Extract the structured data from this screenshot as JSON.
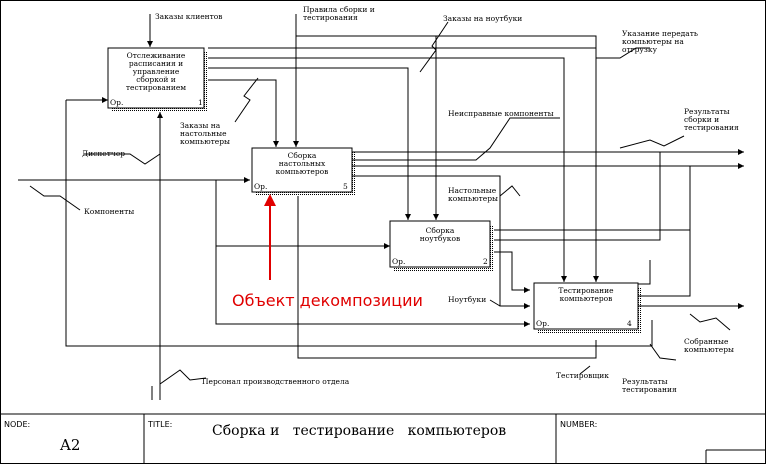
{
  "colors": {
    "line": "#000000",
    "annotation": "#e00000",
    "background": "#ffffff"
  },
  "boxes": {
    "b1": {
      "lines": [
        "Отслеживание",
        "расписания и",
        "управление",
        "сборкой и",
        "тестированием"
      ],
      "or": "Ор.",
      "num": "1"
    },
    "b2": {
      "lines": [
        "Сборка",
        "настольных",
        "компьютеров"
      ],
      "or": "Ор.",
      "num": "5"
    },
    "b3": {
      "lines": [
        "Сборка",
        "ноутбуков"
      ],
      "or": "Ор.",
      "num": "2"
    },
    "b4": {
      "lines": [
        "Тестирование",
        "компьютеров"
      ],
      "or": "Ор.",
      "num": "4"
    }
  },
  "labels": {
    "orders_clients": [
      "Заказы клиентов"
    ],
    "assembly_rules": [
      "Правила сборки и",
      "тестирования"
    ],
    "laptop_orders": [
      "Заказы на ноутбуки"
    ],
    "transfer_instruction": [
      "Указание передать",
      "компьютеры на",
      "отгрузку"
    ],
    "desktop_orders": [
      "Заказы на",
      "настольные",
      "компьютеры"
    ],
    "faulty_components": [
      "Неисправные компоненты"
    ],
    "results_top": [
      "Результаты",
      "сборки и",
      "тестирования"
    ],
    "dispatcher": [
      "Диспетчер"
    ],
    "components": [
      "Компоненты"
    ],
    "desktops_mid": [
      "Настольные",
      "компьютеры"
    ],
    "laptops": [
      "Ноутбуки"
    ],
    "assembled": [
      "Собранные",
      "компьютеры"
    ],
    "testers": [
      "Тестировщик"
    ],
    "results_bottom": [
      "Результаты",
      "тестирования"
    ],
    "staff": [
      "Персонал производственного отдела"
    ]
  },
  "annotation": "Объект декомпозиции",
  "footer": {
    "node_label": "NODE:",
    "node_value": "A2",
    "title_label": "TITLE:",
    "title_value": "Сборка и   тестирование   компьютеров",
    "number_label": "NUMBER:"
  }
}
